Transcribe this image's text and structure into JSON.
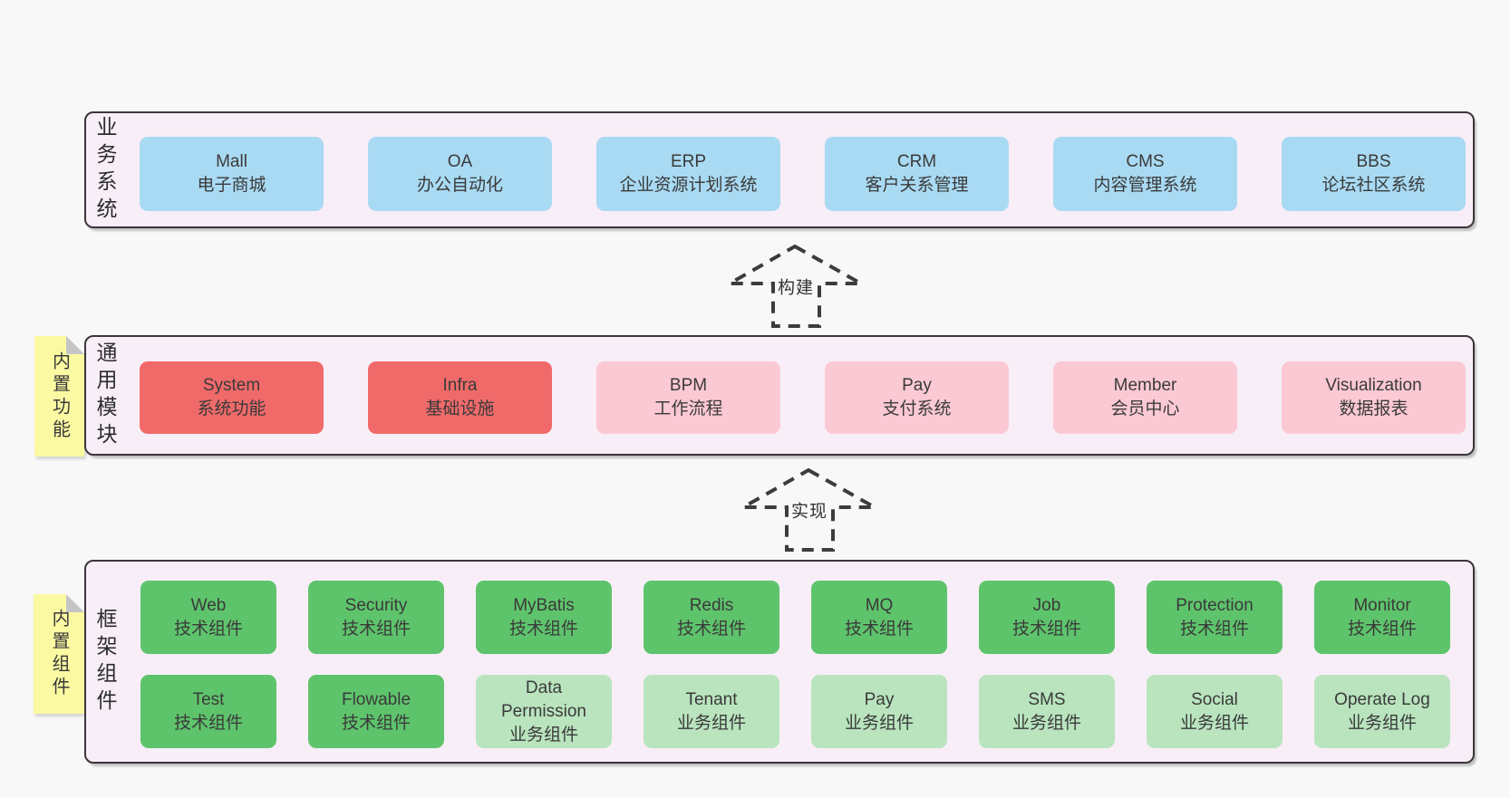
{
  "page": {
    "background": "#f8f8f8"
  },
  "palette": {
    "panel_bg": "#f8eef7",
    "panel_border": "#3a363b",
    "business_blue": "#a9daf3",
    "core_red": "#f16a6a",
    "module_pink": "#fbc9d3",
    "tech_green": "#5ec46c",
    "biz_light_green": "#b9e4be",
    "sticky_yellow": "#fbfaa3",
    "text": "#3a3a3a"
  },
  "sections": [
    {
      "label": "业务系统",
      "boxes": [
        {
          "name": "Mall",
          "desc": "电子商城"
        },
        {
          "name": "OA",
          "desc": "办公自动化"
        },
        {
          "name": "ERP",
          "desc": "企业资源计划系统"
        },
        {
          "name": "CRM",
          "desc": "客户关系管理"
        },
        {
          "name": "CMS",
          "desc": "内容管理系统"
        },
        {
          "name": "BBS",
          "desc": "论坛社区系统"
        }
      ]
    },
    {
      "label": "通用模块",
      "sticky": "内置功能",
      "boxes": [
        {
          "name": "System",
          "desc": "系统功能"
        },
        {
          "name": "Infra",
          "desc": "基础设施"
        },
        {
          "name": "BPM",
          "desc": "工作流程"
        },
        {
          "name": "Pay",
          "desc": "支付系统"
        },
        {
          "name": "Member",
          "desc": "会员中心"
        },
        {
          "name": "Visualization",
          "desc": "数据报表"
        }
      ]
    },
    {
      "label": "框架组件",
      "sticky": "内置组件",
      "rows": [
        [
          {
            "name": "Web",
            "desc": "技术组件"
          },
          {
            "name": "Security",
            "desc": "技术组件"
          },
          {
            "name": "MyBatis",
            "desc": "技术组件"
          },
          {
            "name": "Redis",
            "desc": "技术组件"
          },
          {
            "name": "MQ",
            "desc": "技术组件"
          },
          {
            "name": "Job",
            "desc": "技术组件"
          },
          {
            "name": "Protection",
            "desc": "技术组件"
          },
          {
            "name": "Monitor",
            "desc": "技术组件"
          }
        ],
        [
          {
            "name": "Test",
            "desc": "技术组件"
          },
          {
            "name": "Flowable",
            "desc": "技术组件"
          },
          {
            "name": "Data Permission",
            "desc": "业务组件"
          },
          {
            "name": "Tenant",
            "desc": "业务组件"
          },
          {
            "name": "Pay",
            "desc": "业务组件"
          },
          {
            "name": "SMS",
            "desc": "业务组件"
          },
          {
            "name": "Social",
            "desc": "业务组件"
          },
          {
            "name": "Operate Log",
            "desc": "业务组件"
          }
        ]
      ]
    }
  ],
  "arrows": [
    {
      "label": "构建"
    },
    {
      "label": "实现"
    }
  ]
}
